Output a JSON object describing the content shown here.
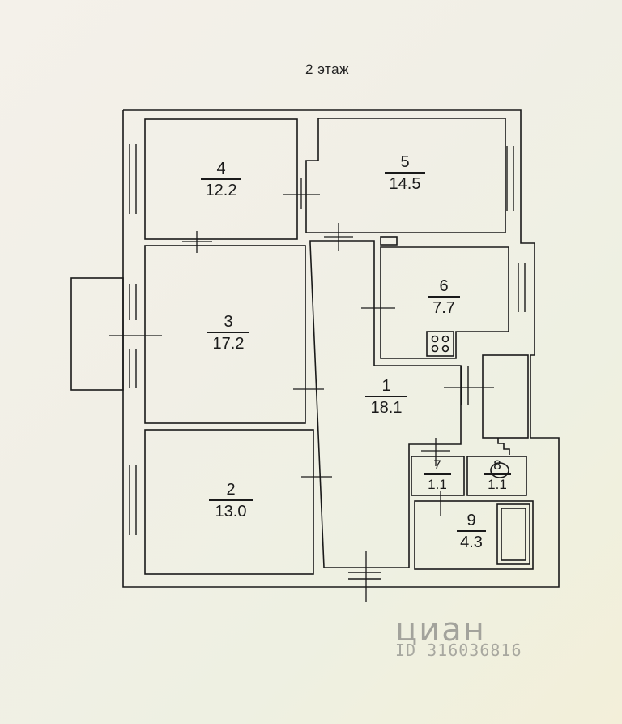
{
  "floor_title": "2 этаж",
  "rooms": [
    {
      "number": "1",
      "area": "18.1"
    },
    {
      "number": "2",
      "area": "13.0"
    },
    {
      "number": "3",
      "area": "17.2"
    },
    {
      "number": "4",
      "area": "12.2"
    },
    {
      "number": "5",
      "area": "14.5"
    },
    {
      "number": "6",
      "area": "7.7"
    },
    {
      "number": "7",
      "area": "1.1"
    },
    {
      "number": "8",
      "area": "1.1"
    },
    {
      "number": "9",
      "area": "4.3"
    }
  ],
  "watermark": {
    "brand": "циан",
    "id": "ID 316036816"
  },
  "colors": {
    "ink": "#1a1a1a",
    "paper": "#f3f0e6"
  }
}
